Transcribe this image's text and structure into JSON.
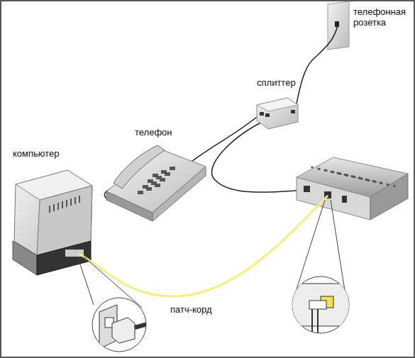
{
  "diagram": {
    "labels": [
      "телефонная розетка",
      "сплиттер",
      "телефон",
      "компьютер",
      "патч-корд"
    ]
  }
}
